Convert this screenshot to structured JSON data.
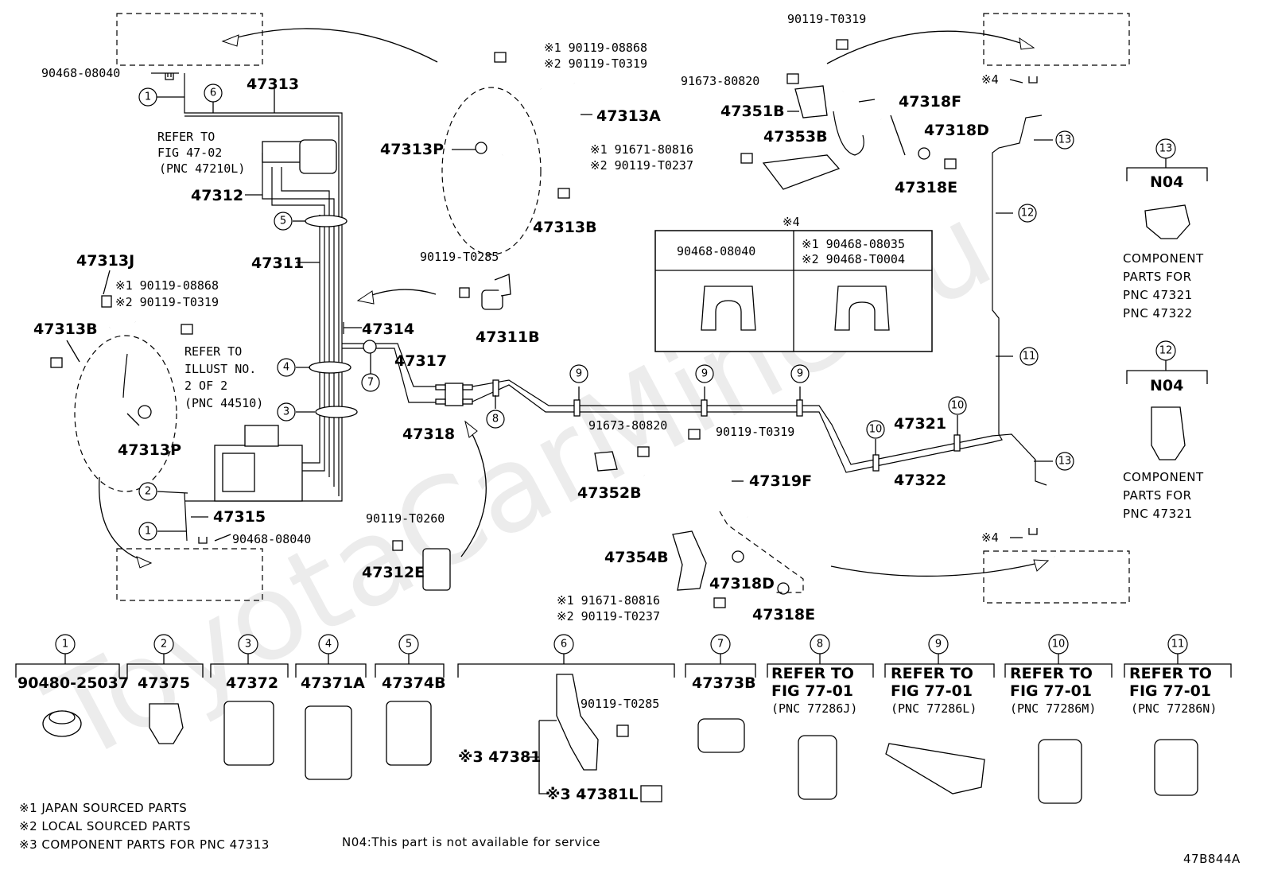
{
  "callouts": {
    "c1": "1",
    "c2": "2",
    "c3": "3",
    "c4": "4",
    "c5": "5",
    "c6": "6",
    "c7": "7",
    "c8": "8",
    "c9": "9",
    "c10": "10",
    "c11": "11",
    "c12": "12",
    "c13": "13"
  },
  "main_labels": {
    "p47313": "47313",
    "p47312": "47312",
    "p47311": "47311",
    "p47314": "47314",
    "p47313J": "47313J",
    "p47313B_left": "47313B",
    "p47313P_left": "47313P",
    "p47315": "47315",
    "p47317": "47317",
    "p47318": "47318",
    "p47311B": "47311B",
    "p47312E": "47312E",
    "p47313A": "47313A",
    "p47313P_top": "47313P",
    "p47313B_top": "47313B",
    "p47318F": "47318F",
    "p47351B": "47351B",
    "p47353B": "47353B",
    "p47318D_top": "47318D",
    "p47318E_top": "47318E",
    "p47321": "47321",
    "p47322": "47322",
    "p47352B": "47352B",
    "p47319F": "47319F",
    "p47354B": "47354B",
    "p47318D_bot": "47318D",
    "p47318E_bot": "47318E"
  },
  "small_labels": {
    "clip_tl": "90468-08040",
    "clip_bl": "90468-08040",
    "refer_fig_1": "REFER TO",
    "refer_fig_2": "FIG 47-02",
    "refer_fig_3": "(PNC 47210L)",
    "refer_ill_1": "REFER TO",
    "refer_ill_2": "ILLUST NO.",
    "refer_ill_3": "2 OF 2",
    "refer_ill_4": "(PNC 44510)",
    "j_s1": "※1 90119-08868",
    "j_s2": "※2 90119-T0319",
    "a_s1": "※1 90119-08868",
    "a_s2": "※2 90119-T0319",
    "b_90119T0285": "90119-T0285",
    "b_90119T0260": "90119-T0260",
    "top_90119T0319": "90119-T0319",
    "top_91673": "91673-80820",
    "top_s1": "※1 91671-80816",
    "top_s2": "※2 90119-T0237",
    "mid_91673": "91673-80820",
    "mid_90119T0319": "90119-T0319",
    "bot_s1": "※1 91671-80816",
    "bot_s2": "※2 90119-T0237",
    "s4_tr": "※4",
    "s4_br": "※4"
  },
  "clip_table": {
    "title": "※4",
    "col1": "90468-08040",
    "col2_line1": "※1  90468-08035",
    "col2_line2": "※2  90468-T0004"
  },
  "n04_panels": [
    {
      "num": "13",
      "code": "N04",
      "lines": [
        "COMPONENT",
        "PARTS FOR",
        "PNC 47321",
        "PNC 47322"
      ]
    },
    {
      "num": "12",
      "code": "N04",
      "lines": [
        "COMPONENT",
        "PARTS FOR",
        "PNC 47321"
      ]
    }
  ],
  "bottom_parts": [
    {
      "num": "1",
      "pn": "90480-25037"
    },
    {
      "num": "2",
      "pn": "47375"
    },
    {
      "num": "3",
      "pn": "47372"
    },
    {
      "num": "4",
      "pn": "47371A"
    },
    {
      "num": "5",
      "pn": "47374B"
    },
    {
      "num": "7",
      "pn": "47373B"
    }
  ],
  "bottom_refers": [
    {
      "num": "8",
      "l1": "REFER TO",
      "l2": "FIG 77-01",
      "l3": "(PNC 77286J)"
    },
    {
      "num": "9",
      "l1": "REFER TO",
      "l2": "FIG 77-01",
      "l3": "(PNC 77286L)"
    },
    {
      "num": "10",
      "l1": "REFER TO",
      "l2": "FIG 77-01",
      "l3": "(PNC 77286M)"
    },
    {
      "num": "11",
      "l1": "REFER TO",
      "l2": "FIG 77-01",
      "l3": "(PNC 77286N)"
    }
  ],
  "part6": {
    "num": "6",
    "bolt": "90119-T0285",
    "bracket": "※3 47381",
    "clip": "※3 47381L"
  },
  "notes": {
    "n1": "※1  JAPAN SOURCED PARTS",
    "n2": "※2  LOCAL SOURCED PARTS",
    "n3": "※3  COMPONENT PARTS FOR PNC 47313",
    "n04": "N04:This part is not available for service",
    "code": "47B844A"
  }
}
